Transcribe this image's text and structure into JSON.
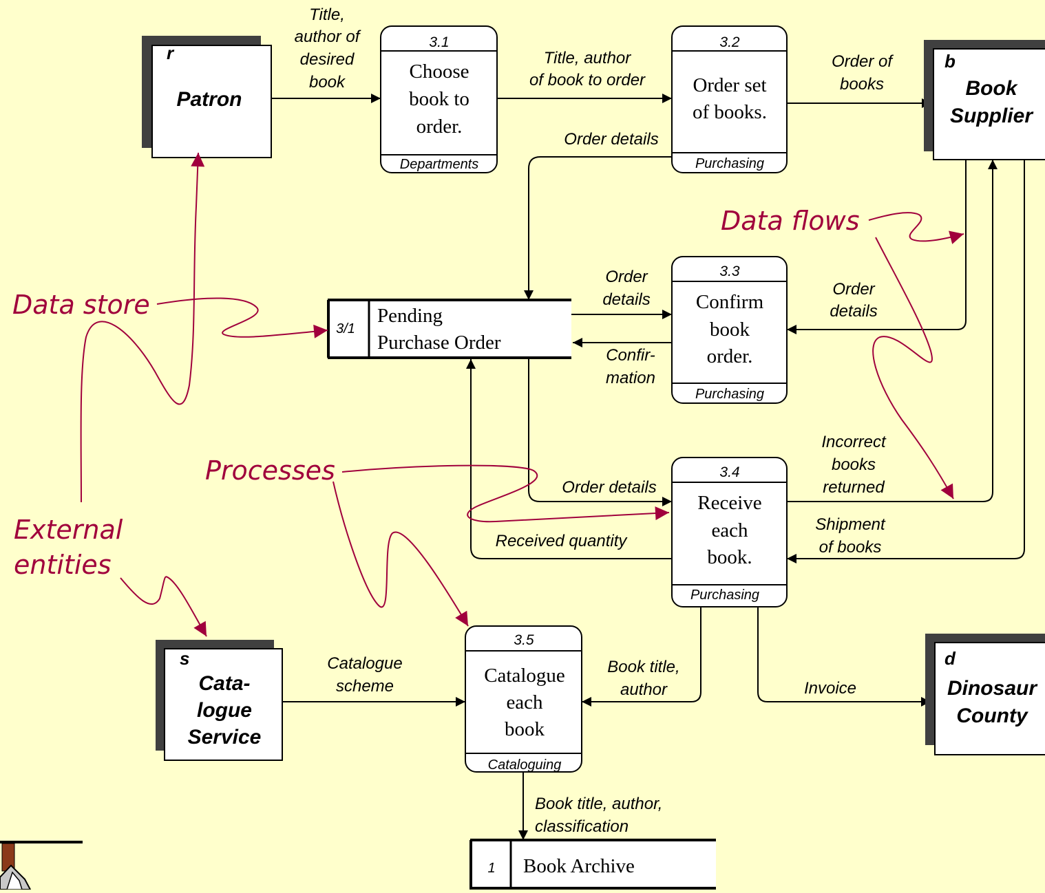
{
  "colors": {
    "background": "#ffffcc",
    "annotation": "#a0003c",
    "entity_shadow": "#404040"
  },
  "entities": {
    "patron": {
      "id": "r",
      "name": [
        "Patron"
      ]
    },
    "supplier": {
      "id": "b",
      "name": [
        "Book",
        "Supplier"
      ]
    },
    "catalogue_service": {
      "id": "s",
      "name": [
        "Cata-",
        "logue",
        "Service"
      ]
    },
    "dinosaur_county": {
      "id": "d",
      "name": [
        "Dinosaur",
        "County"
      ]
    }
  },
  "processes": {
    "p31": {
      "number": "3.1",
      "text": [
        "Choose",
        "book to",
        "order."
      ],
      "location": "Departments"
    },
    "p32": {
      "number": "3.2",
      "text": [
        "Order set",
        "of books."
      ],
      "location": "Purchasing"
    },
    "p33": {
      "number": "3.3",
      "text": [
        "Confirm",
        "book",
        "order."
      ],
      "location": "Purchasing"
    },
    "p34": {
      "number": "3.4",
      "text": [
        "Receive",
        "each",
        "book."
      ],
      "location": "Purchasing"
    },
    "p35": {
      "number": "3.5",
      "text": [
        "Catalogue",
        "each",
        "book"
      ],
      "location": "Cataloguing"
    }
  },
  "stores": {
    "pending": {
      "id": "3/1",
      "name": [
        "Pending",
        "Purchase Order"
      ]
    },
    "archive": {
      "id": "1",
      "name": [
        "Book Archive"
      ]
    }
  },
  "flows": {
    "patron_to_31": [
      "Title,",
      "author of",
      "desired",
      "book"
    ],
    "p31_to_32": [
      "Title, author",
      "of book to order"
    ],
    "p32_to_supplier": [
      "Order of",
      "books"
    ],
    "p32_to_store": [
      "Order details"
    ],
    "store_to_33": [
      "Order",
      "details"
    ],
    "p33_to_store": [
      "Confir-",
      "mation"
    ],
    "supplier_to_33": [
      "Order",
      "details"
    ],
    "store_to_34": [
      "Order details"
    ],
    "p34_to_store": [
      "Received quantity"
    ],
    "p34_to_supplier": [
      "Incorrect",
      "books",
      "returned"
    ],
    "supplier_to_34": [
      "Shipment",
      "of books"
    ],
    "catalogue_to_35": [
      "Catalogue",
      "scheme"
    ],
    "p34_to_35": [
      "Book title,",
      "author"
    ],
    "p34_to_county": [
      "Invoice"
    ],
    "p35_to_archive": [
      "Book title, author,",
      "classification"
    ]
  },
  "annotations": {
    "data_store": "Data store",
    "data_flows": "Data flows",
    "processes": "Processes",
    "external_entities": [
      "External",
      "entities"
    ]
  }
}
